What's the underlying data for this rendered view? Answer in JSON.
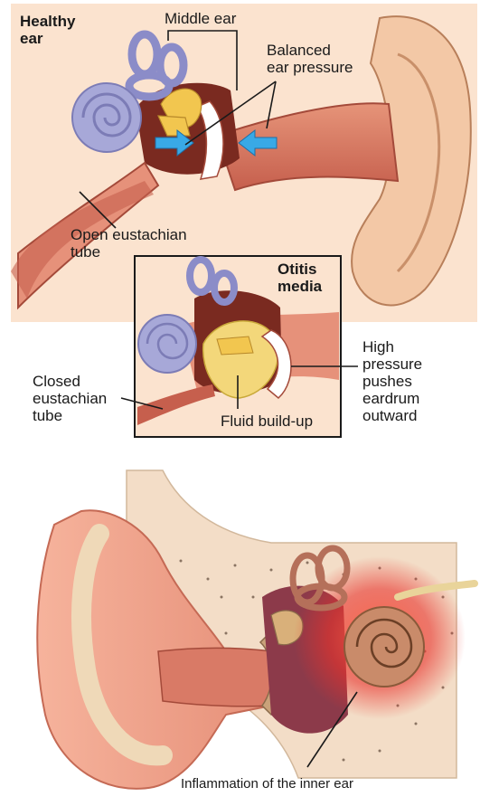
{
  "labels": {
    "healthy_ear": "Healthy\near",
    "middle_ear": "Middle ear",
    "balanced_pressure": "Balanced\near pressure",
    "open_eustachian": "Open eustachian\ntube",
    "otitis_media": "Otitis\nmedia",
    "closed_eustachian": "Closed\neustachian\ntube",
    "fluid_buildup": "Fluid build-up",
    "high_pressure": "High\npressure\npushes\neardrum\noutward",
    "inner_ear_inflammation": "Inflammation of the inner ear"
  },
  "colors": {
    "background_beige": "#fbe3cf",
    "canal_pink": "#d97a66",
    "cochlea_lavender": "#a7a8d8",
    "ossicle_yellow": "#f2c64f",
    "arrow_blue": "#39a9e6",
    "fluid_yellow": "#f3d77a",
    "inflammation_red": "#e8322c",
    "skin_pink": "#f2a08a",
    "bone_beige": "#efd9b8"
  }
}
